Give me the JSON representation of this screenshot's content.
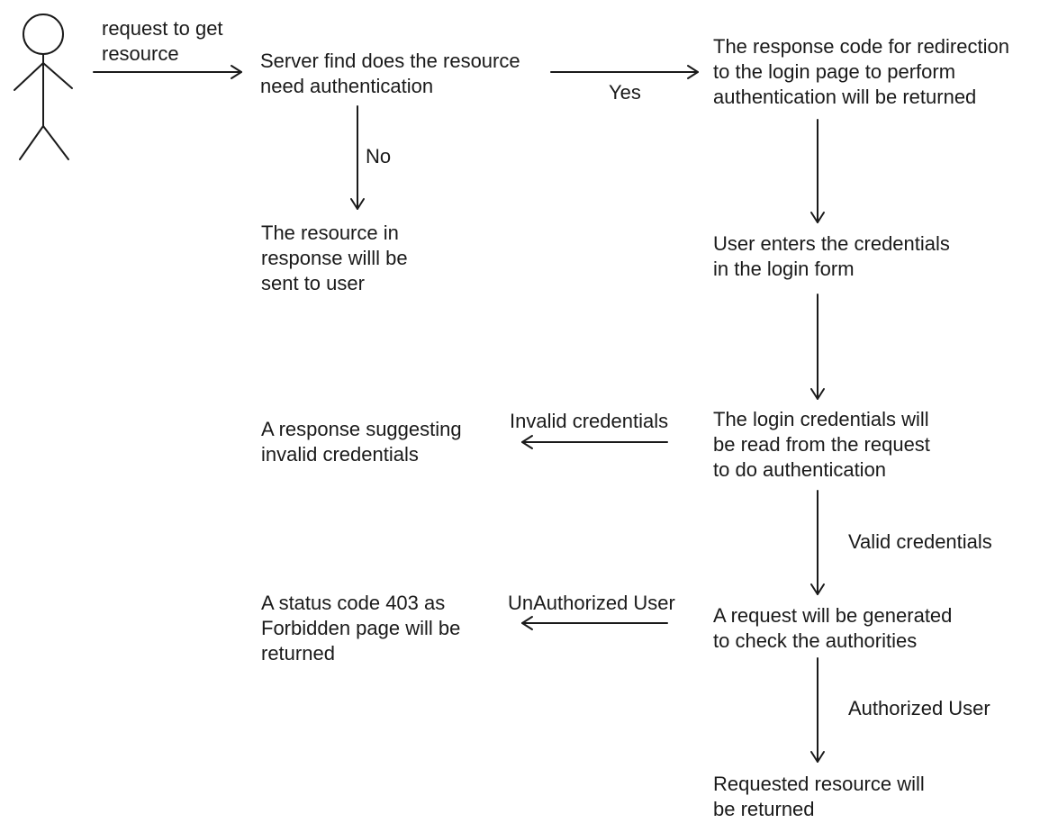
{
  "colors": {
    "ink": "#1a1a1a",
    "background": "#ffffff"
  },
  "actor": {
    "icon": "stick-figure-user-icon"
  },
  "nodes": {
    "server_check": [
      "Server find does the resource",
      "need authentication"
    ],
    "resource_sent": [
      "The resource in",
      "response willl be",
      "sent to user"
    ],
    "redirect_login": [
      "The response code for redirection",
      "to the login page to perform",
      "authentication will be returned"
    ],
    "enter_credentials": [
      "User enters the credentials",
      "in the login form"
    ],
    "read_credentials": [
      "The login credentials will",
      "be read from the request",
      "to do authentication"
    ],
    "invalid_response": [
      "A response suggesting",
      "invalid credentials"
    ],
    "check_authorities": [
      "A request will be generated",
      "to check the authorities"
    ],
    "forbidden": [
      "A status code 403 as",
      "Forbidden page will be",
      "returned"
    ],
    "resource_returned": [
      "Requested resource will",
      "be returned"
    ]
  },
  "edges": {
    "request": [
      "request to get",
      "resource"
    ],
    "yes": "Yes",
    "no": "No",
    "invalid": "Invalid credentials",
    "valid": "Valid credentials",
    "unauthorized": "UnAuthorized User",
    "authorized": "Authorized User"
  }
}
